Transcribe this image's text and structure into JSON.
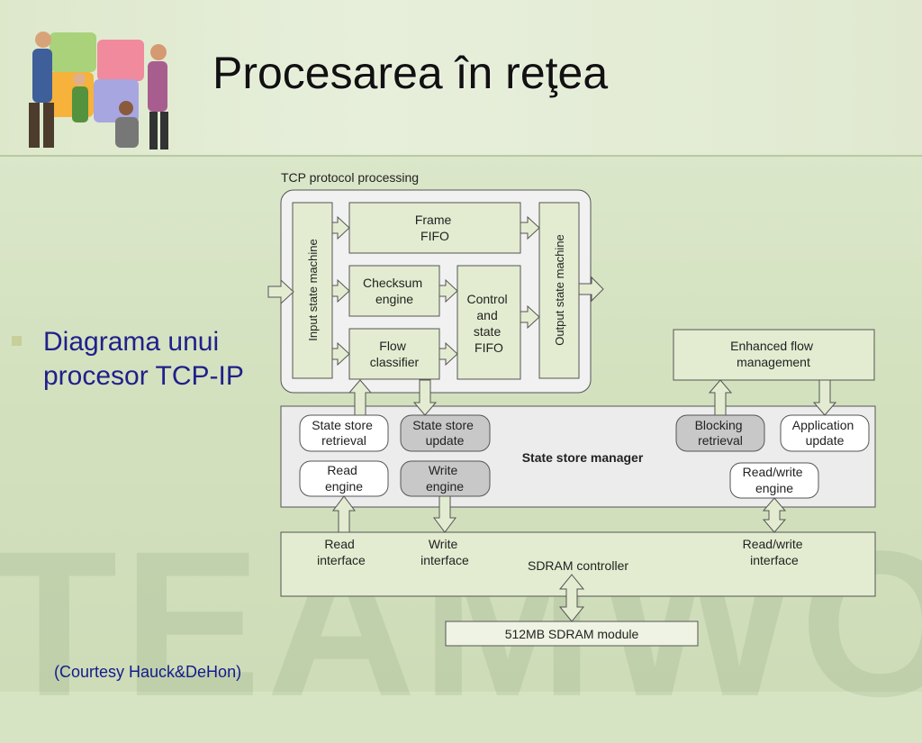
{
  "slide": {
    "title": "Procesarea în reţea",
    "bullet": "Diagrama unui procesor TCP-IP",
    "credit": "(Courtesy Hauck&DeHon)",
    "watermark": "TEAMWORK"
  },
  "diagram": {
    "section_label": "TCP protocol processing",
    "input_sm": "Input state machine",
    "output_sm": "Output state machine",
    "frame_fifo": [
      "Frame",
      "FIFO"
    ],
    "checksum": [
      "Checksum",
      "engine"
    ],
    "flow_classifier": [
      "Flow",
      "classifier"
    ],
    "control_fifo": [
      "Control",
      "and",
      "state",
      "FIFO"
    ],
    "enhanced_flow": [
      "Enhanced flow",
      "management"
    ],
    "state_store_manager": "State store manager",
    "ss_retrieval": [
      "State store",
      "retrieval"
    ],
    "ss_update": [
      "State store",
      "update"
    ],
    "read_engine": [
      "Read",
      "engine"
    ],
    "write_engine": [
      "Write",
      "engine"
    ],
    "blocking_retrieval": [
      "Blocking",
      "retrieval"
    ],
    "application_update": [
      "Application",
      "update"
    ],
    "rw_engine": [
      "Read/write",
      "engine"
    ],
    "read_interface": [
      "Read",
      "interface"
    ],
    "write_interface": [
      "Write",
      "interface"
    ],
    "rw_interface": [
      "Read/write",
      "interface"
    ],
    "sdram_controller": "SDRAM controller",
    "sdram_module": "512MB SDRAM module"
  },
  "colors": {
    "title": "#111111",
    "bullet_text": "#20208a",
    "credit": "#121b8c",
    "block_green": "#e3ecd0",
    "panel_gray": "#ececec"
  }
}
